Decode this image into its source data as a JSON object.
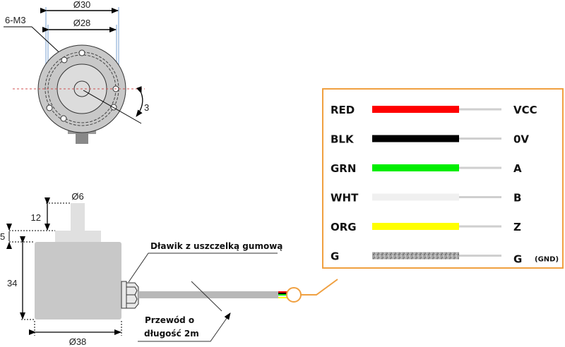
{
  "front_view": {
    "outer_diameter_label": "Ø30",
    "inner_diameter_label": "Ø28",
    "mount_holes_label": "6-M3",
    "angle_label": "3"
  },
  "side_view": {
    "shaft_diameter_label": "Ø6",
    "shaft_length_label": "12",
    "flange_height_label": "5",
    "body_height_label": "34",
    "body_diameter_label": "Ø38",
    "gland_label": "Dławik z uszczelką gumową",
    "cable_label_line1": "Przewód o",
    "cable_label_line2": "długość 2m"
  },
  "wiring": {
    "border_color": "#f0a040",
    "rows": [
      {
        "wire": "RED",
        "signal": "VCC",
        "color": "#ff0000",
        "note": ""
      },
      {
        "wire": "BLK",
        "signal": "0V",
        "color": "#000000",
        "note": ""
      },
      {
        "wire": "GRN",
        "signal": "A",
        "color": "#00ee00",
        "note": ""
      },
      {
        "wire": "WHT",
        "signal": "B",
        "color": "#f0f0f0",
        "note": ""
      },
      {
        "wire": "ORG",
        "signal": "Z",
        "color": "#ffff00",
        "note": ""
      },
      {
        "wire": "G",
        "signal": "G",
        "color": "#9a9a9a",
        "note": "(GND)"
      }
    ]
  }
}
